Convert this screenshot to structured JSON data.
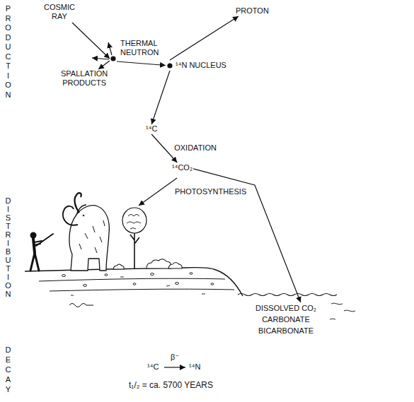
{
  "diagram": {
    "nodes": [
      {
        "text": [
          "COSMIC RAY"
        ]
      },
      {
        "text": [
          "THERMAL NEUTRON"
        ]
      },
      {
        "text": [
          "SPALLATION PRODUCTS"
        ]
      },
      {
        "text": [
          "¹⁴N NUCLEUS"
        ]
      },
      {
        "text": [
          "PROTON"
        ]
      },
      {
        "text": [
          "¹⁴C"
        ]
      },
      {
        "text": [
          "¹⁴CO₂"
        ]
      },
      {
        "text": [
          "DISSOLVED CO₂ CARBONATE BICARBONATE"
        ]
      }
    ],
    "edges": [
      {
        "from": 0,
        "to": 1,
        "arrow": "to"
      },
      {
        "from": 1,
        "to": 2,
        "arrow": "to"
      },
      {
        "from": 1,
        "to": 3,
        "arrow": "to"
      },
      {
        "from": 3,
        "to": 4,
        "arrow": "to"
      },
      {
        "from": 3,
        "to": 5,
        "arrow": "to"
      },
      {
        "from": 5,
        "to": 6,
        "label": "OXIDATION",
        "arrow": "to"
      },
      {
        "from": 6,
        "to": 7,
        "arrow": "to"
      }
    ],
    "labels": [
      "PRODUCTION",
      "DISTRIBUTION",
      "DECAY",
      "PHOTOSYNTHESIS",
      "¹⁴C",
      "β⁻",
      "¹⁴N",
      "t₁/₂ = ca. 5700 YEARS"
    ]
  }
}
